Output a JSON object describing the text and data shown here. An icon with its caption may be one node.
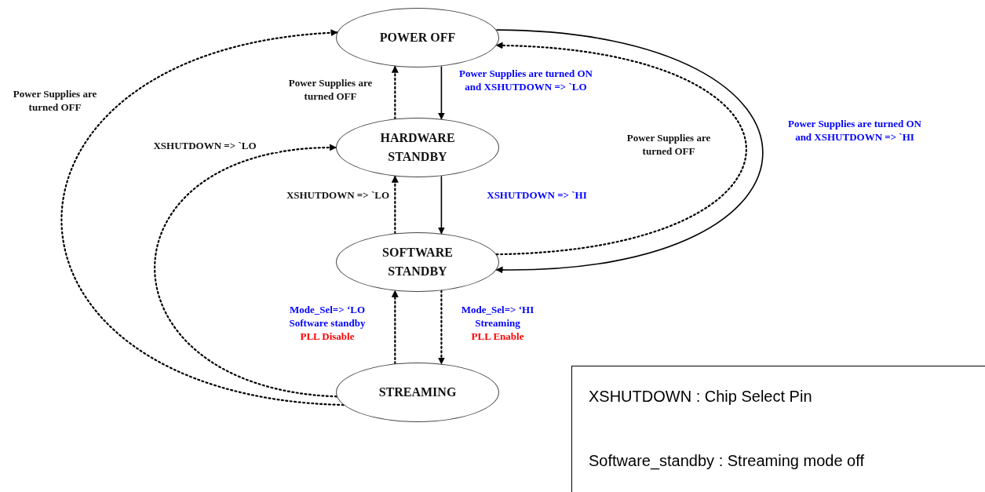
{
  "diagram": {
    "nodes": [
      {
        "text": [
          "POWER OFF"
        ]
      },
      {
        "text": [
          "HARDWARE STANDBY"
        ]
      },
      {
        "text": [
          "SOFTWARE STANDBY"
        ]
      },
      {
        "text": [
          "STREAMING"
        ]
      }
    ],
    "edges": [
      {
        "from": 0,
        "to": 1,
        "arrow": "to",
        "label": "Power Supplies are turned ON and XSHUTDOWN => `LO"
      },
      {
        "from": 1,
        "to": 0,
        "arrow": "to",
        "style": "dashed",
        "label": "Power Supplies are turned OFF"
      },
      {
        "from": 1,
        "to": 2,
        "arrow": "to",
        "label": "XSHUTDOWN => `HI"
      },
      {
        "from": 2,
        "to": 1,
        "arrow": "to",
        "style": "dashed",
        "label": "XSHUTDOWN => `LO"
      },
      {
        "from": 2,
        "to": 3,
        "arrow": "to",
        "style": "dashed",
        "label": "Mode_Sel=> ‘HI Streaming"
      },
      {
        "from": 3,
        "to": 2,
        "arrow": "to",
        "style": "dashed",
        "label": "Mode_Sel=> ‘LO Software standby"
      },
      {
        "from": 3,
        "to": 0,
        "arrow": "to",
        "style": "dashed",
        "label": "Power Supplies are turned OFF"
      },
      {
        "from": 3,
        "to": 1,
        "arrow": "to",
        "style": "dashed",
        "label": "XSHUTDOWN => `LO"
      },
      {
        "from": 2,
        "to": 0,
        "arrow": "to",
        "style": "dashed",
        "label": "Power Supplies are turned OFF"
      },
      {
        "from": 0,
        "to": 2,
        "arrow": "to",
        "label": "Power Supplies are turned ON and XSHUTDOWN => `HI"
      }
    ],
    "labels": [
      "PLL Disable",
      "PLL Enable",
      "XSHUTDOWN : Chip Select Pin",
      "Software_standby : Streaming mode off"
    ]
  }
}
